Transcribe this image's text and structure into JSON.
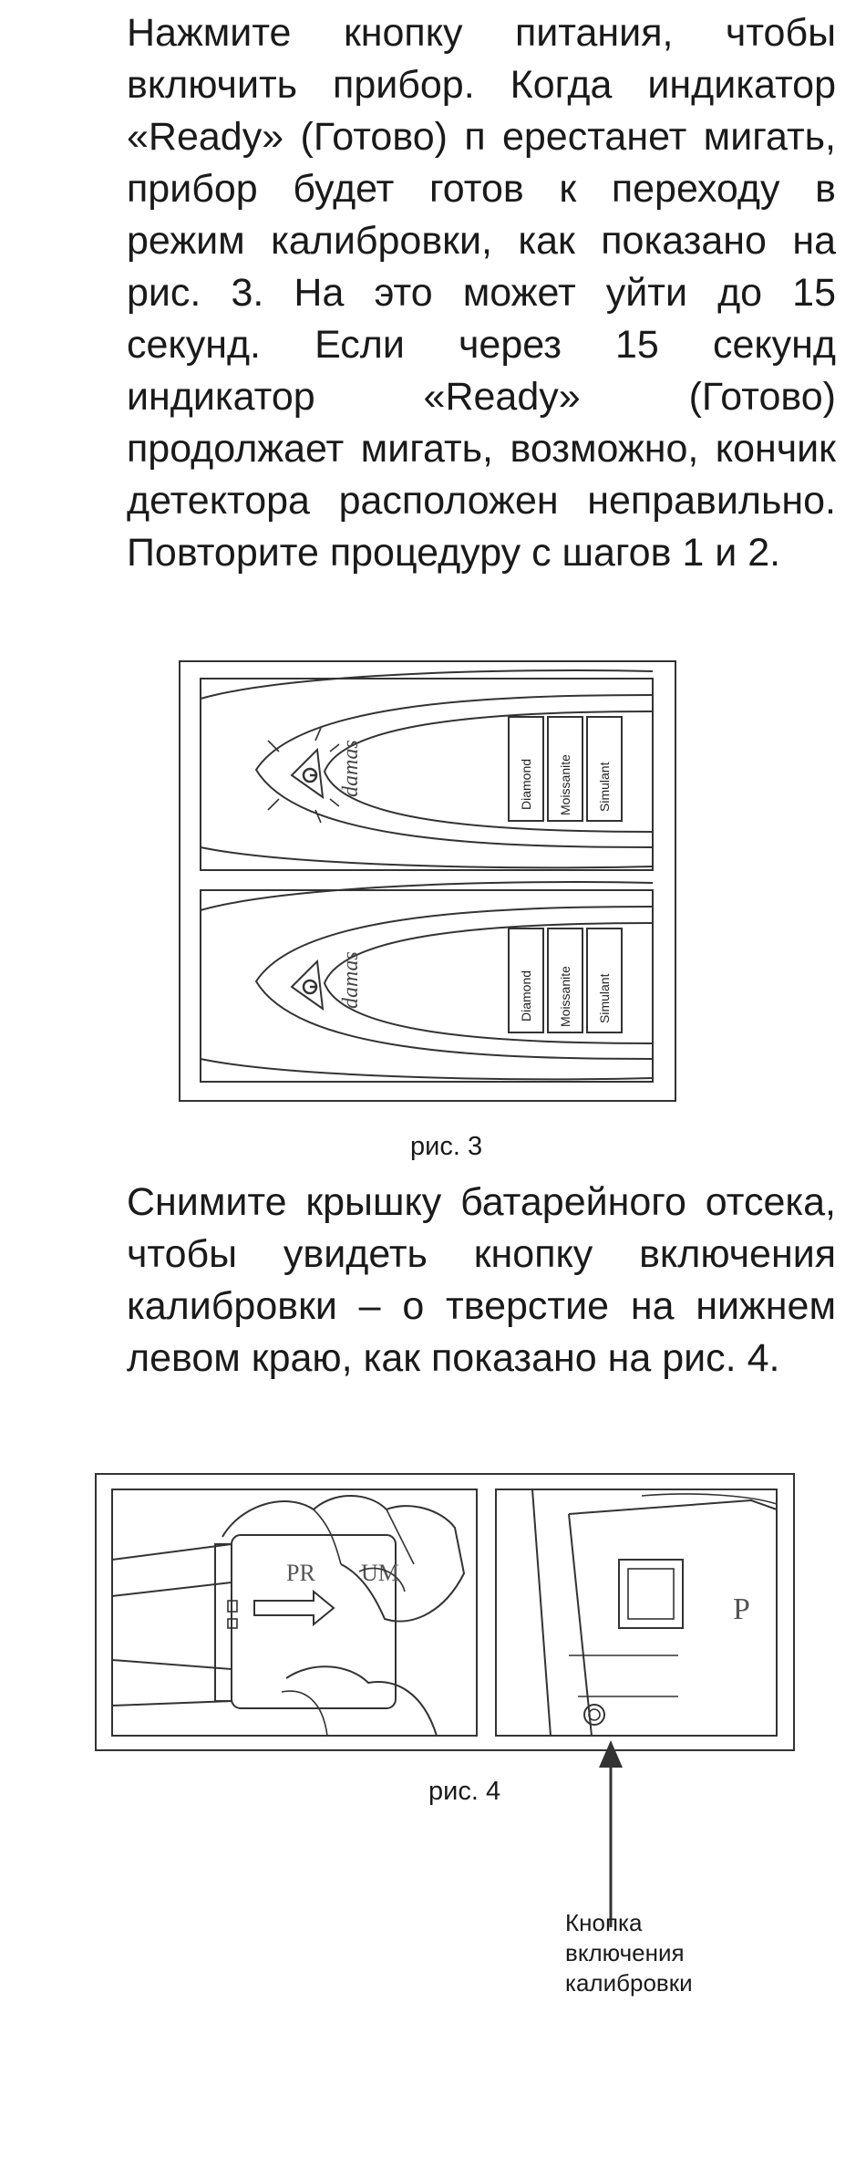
{
  "paragraph_1": "Нажмите кнопку питания, чтобы включить прибор. Когда индикатор «Ready» (Готово) п ерестанет мигать, прибор будет готов к переходу в режим калибровки, как показано на рис. 3. На это может уйти до 15 секунд. Если через 15 секунд индикатор «Ready» (Готово) продолжает мигать, возможно, кончик детектора расположен неправильно. Повторите процедуру с шагов 1 и 2.",
  "figure_3": {
    "caption": "рис. 3",
    "brand": "damas",
    "labels": [
      "Diamond",
      "Moissanite",
      "Simulant"
    ]
  },
  "paragraph_2": "Снимите крышку батарейного отсека, чтобы увидеть кнопку включения калибровки – о тверстие на нижнем левом краю, как показано на рис. 4.",
  "figure_4": {
    "caption": "рис. 4",
    "device_text_left": "PR",
    "device_text_left_end": "UM",
    "device_text_right": "P",
    "callout_line_1": "Кнопка",
    "callout_line_2": "включения",
    "callout_line_3": "калибровки"
  }
}
